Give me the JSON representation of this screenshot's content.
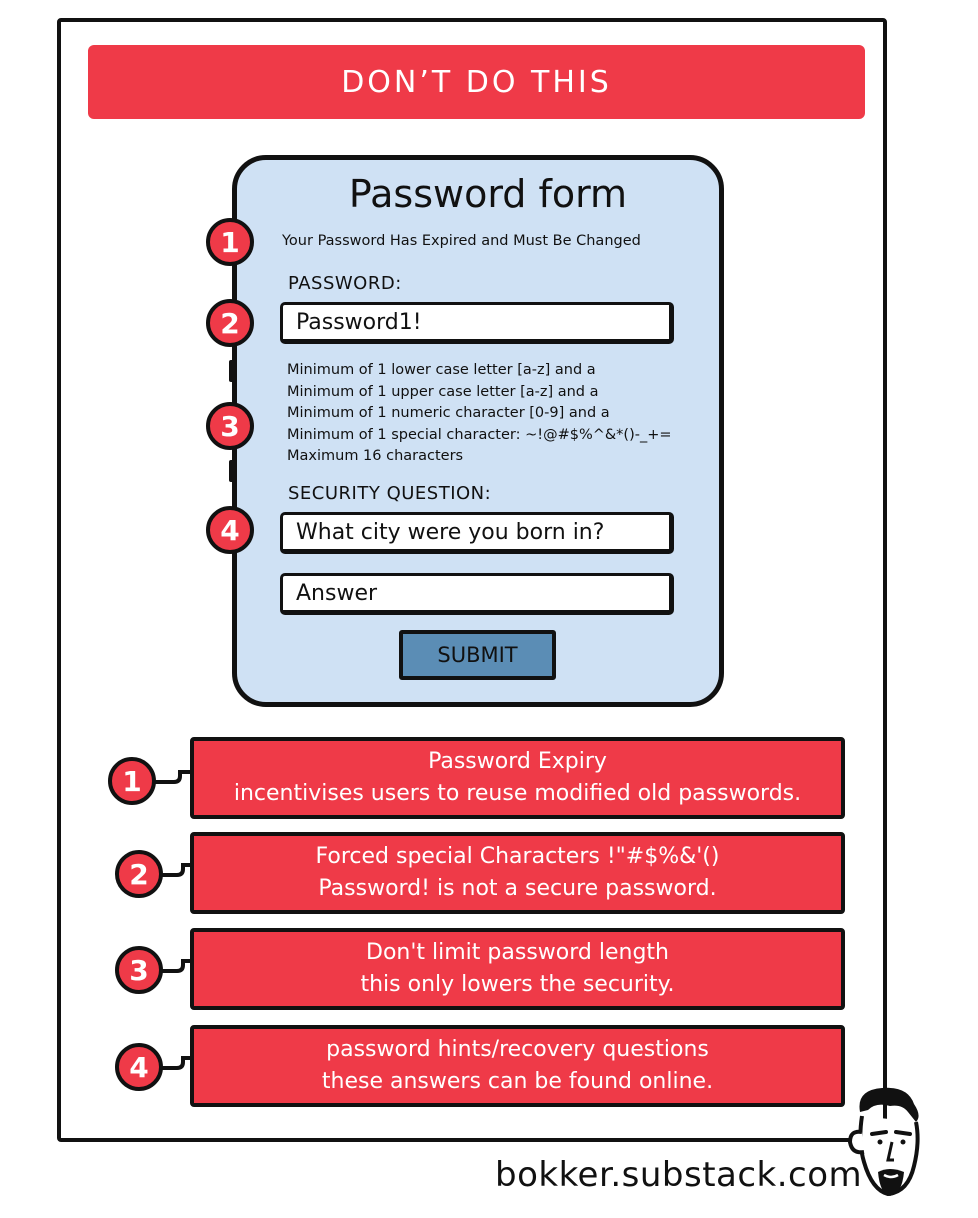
{
  "banner": {
    "text": "DON’T DO THIS"
  },
  "form": {
    "title": "Password form",
    "subtitle": "Your Password Has Expired and Must Be Changed",
    "password_label": "PASSWORD:",
    "password_value": "Password1!",
    "rules": [
      "Minimum of 1 lower case letter [a-z] and a",
      "Minimum of 1 upper case letter [a-z] and a",
      "Minimum of 1 numeric character [0-9] and a",
      "Minimum of 1 special character: ~!@#$%^&*()-_+=",
      "Maximum 16 characters"
    ],
    "security_label": "SECURITY QUESTION:",
    "security_question": "What city were you born in?",
    "answer_placeholder": "Answer",
    "submit_label": "SUBMIT"
  },
  "badges": [
    "1",
    "2",
    "3",
    "4"
  ],
  "notes": [
    {
      "line1": "Password Expiry",
      "line2": "incentivises users to reuse modified old passwords."
    },
    {
      "line1": "Forced special Characters !\"#$%&'()",
      "line2": "Password! is not a secure password."
    },
    {
      "line1": "Don't limit password length",
      "line2": "this only lowers the security."
    },
    {
      "line1": "password hints/recovery questions",
      "line2": "these answers can be found online."
    }
  ],
  "footer": {
    "site": "bokker.substack.com"
  },
  "colors": {
    "accent": "#ef3a48",
    "form_bg": "#cfe1f4",
    "button": "#5b8db5"
  }
}
